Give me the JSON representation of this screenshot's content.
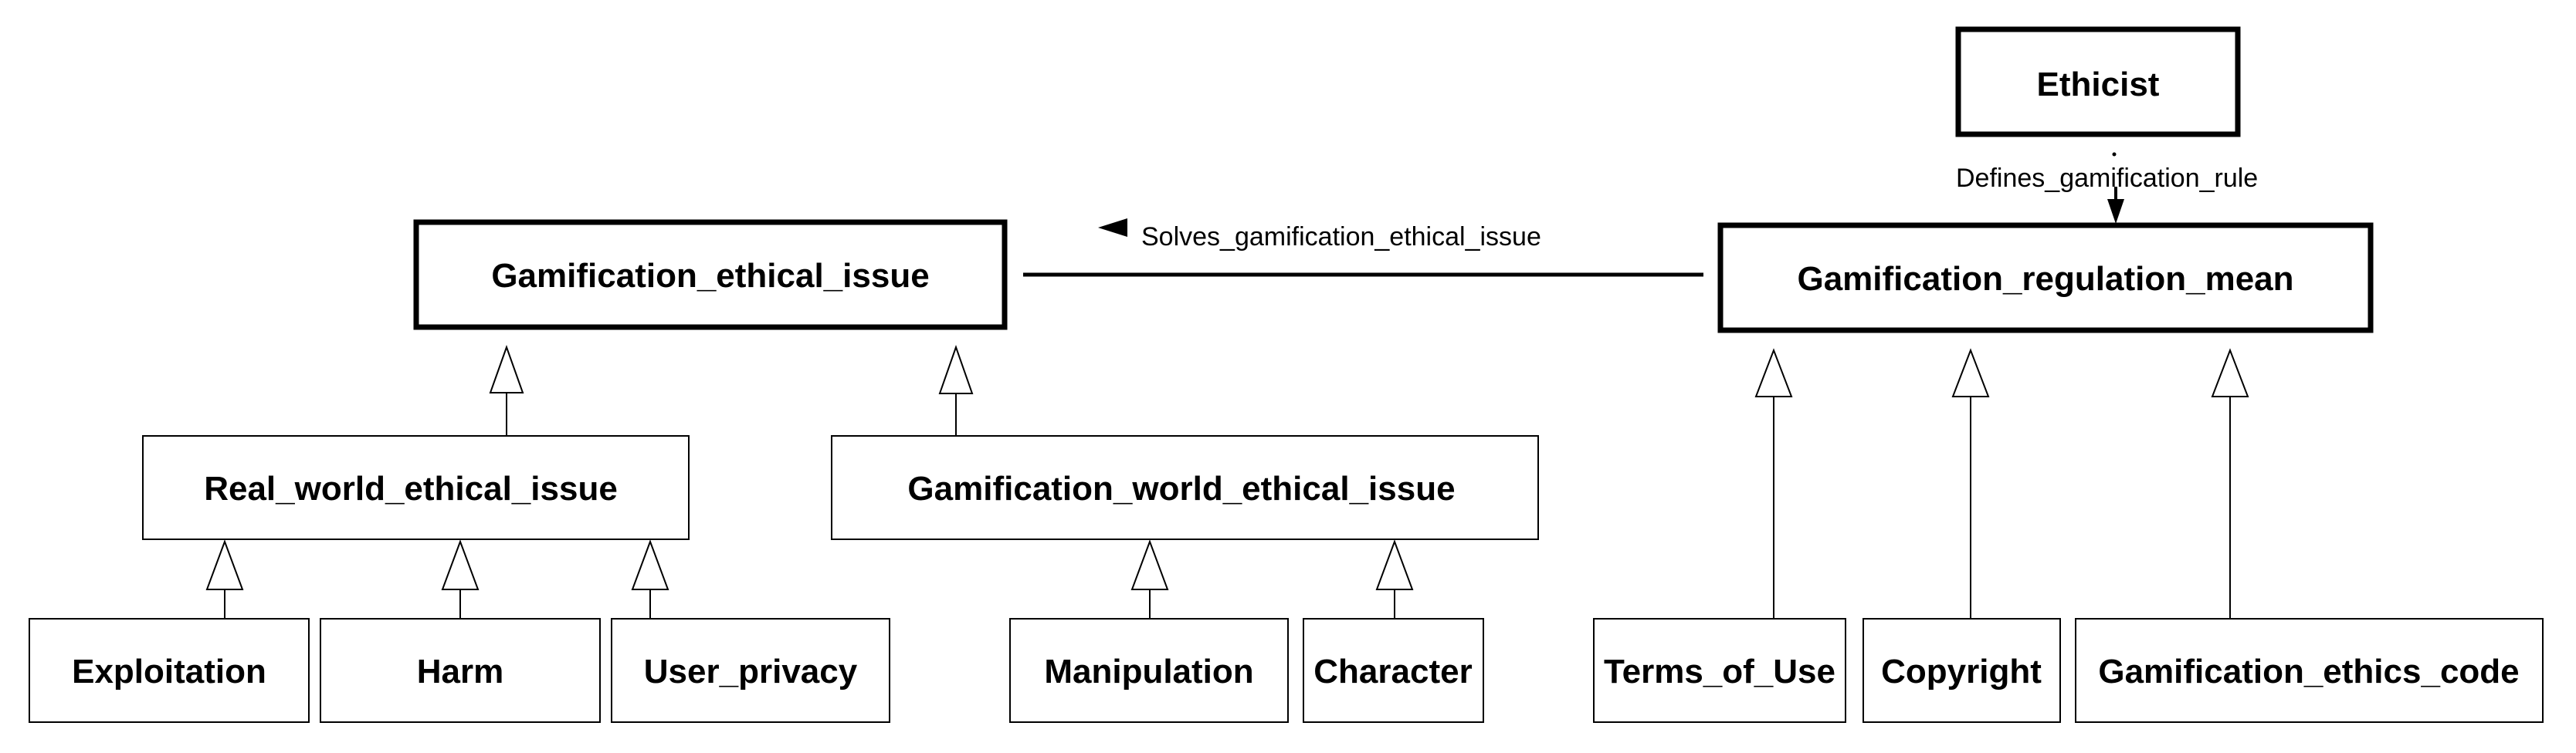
{
  "diagram": {
    "classes": {
      "ethicist": "Ethicist",
      "gamification_ethical_issue": "Gamification_ethical_issue",
      "gamification_regulation_mean": "Gamification_regulation_mean",
      "real_world_ethical_issue": "Real_world_ethical_issue",
      "gamification_world_ethical_issue": "Gamification_world_ethical_issue",
      "exploitation": "Exploitation",
      "harm": "Harm",
      "user_privacy": "User_privacy",
      "manipulation": "Manipulation",
      "character": "Character",
      "terms_of_use": "Terms_of_Use",
      "copyright": "Copyright",
      "gamification_ethics_code": "Gamification_ethics_code"
    },
    "associations": {
      "solves": "Solves_gamification_ethical_issue",
      "defines": "Defines_gamification_rule"
    },
    "colors": {
      "line": "#000000",
      "box_fill": "#ffffff"
    }
  }
}
